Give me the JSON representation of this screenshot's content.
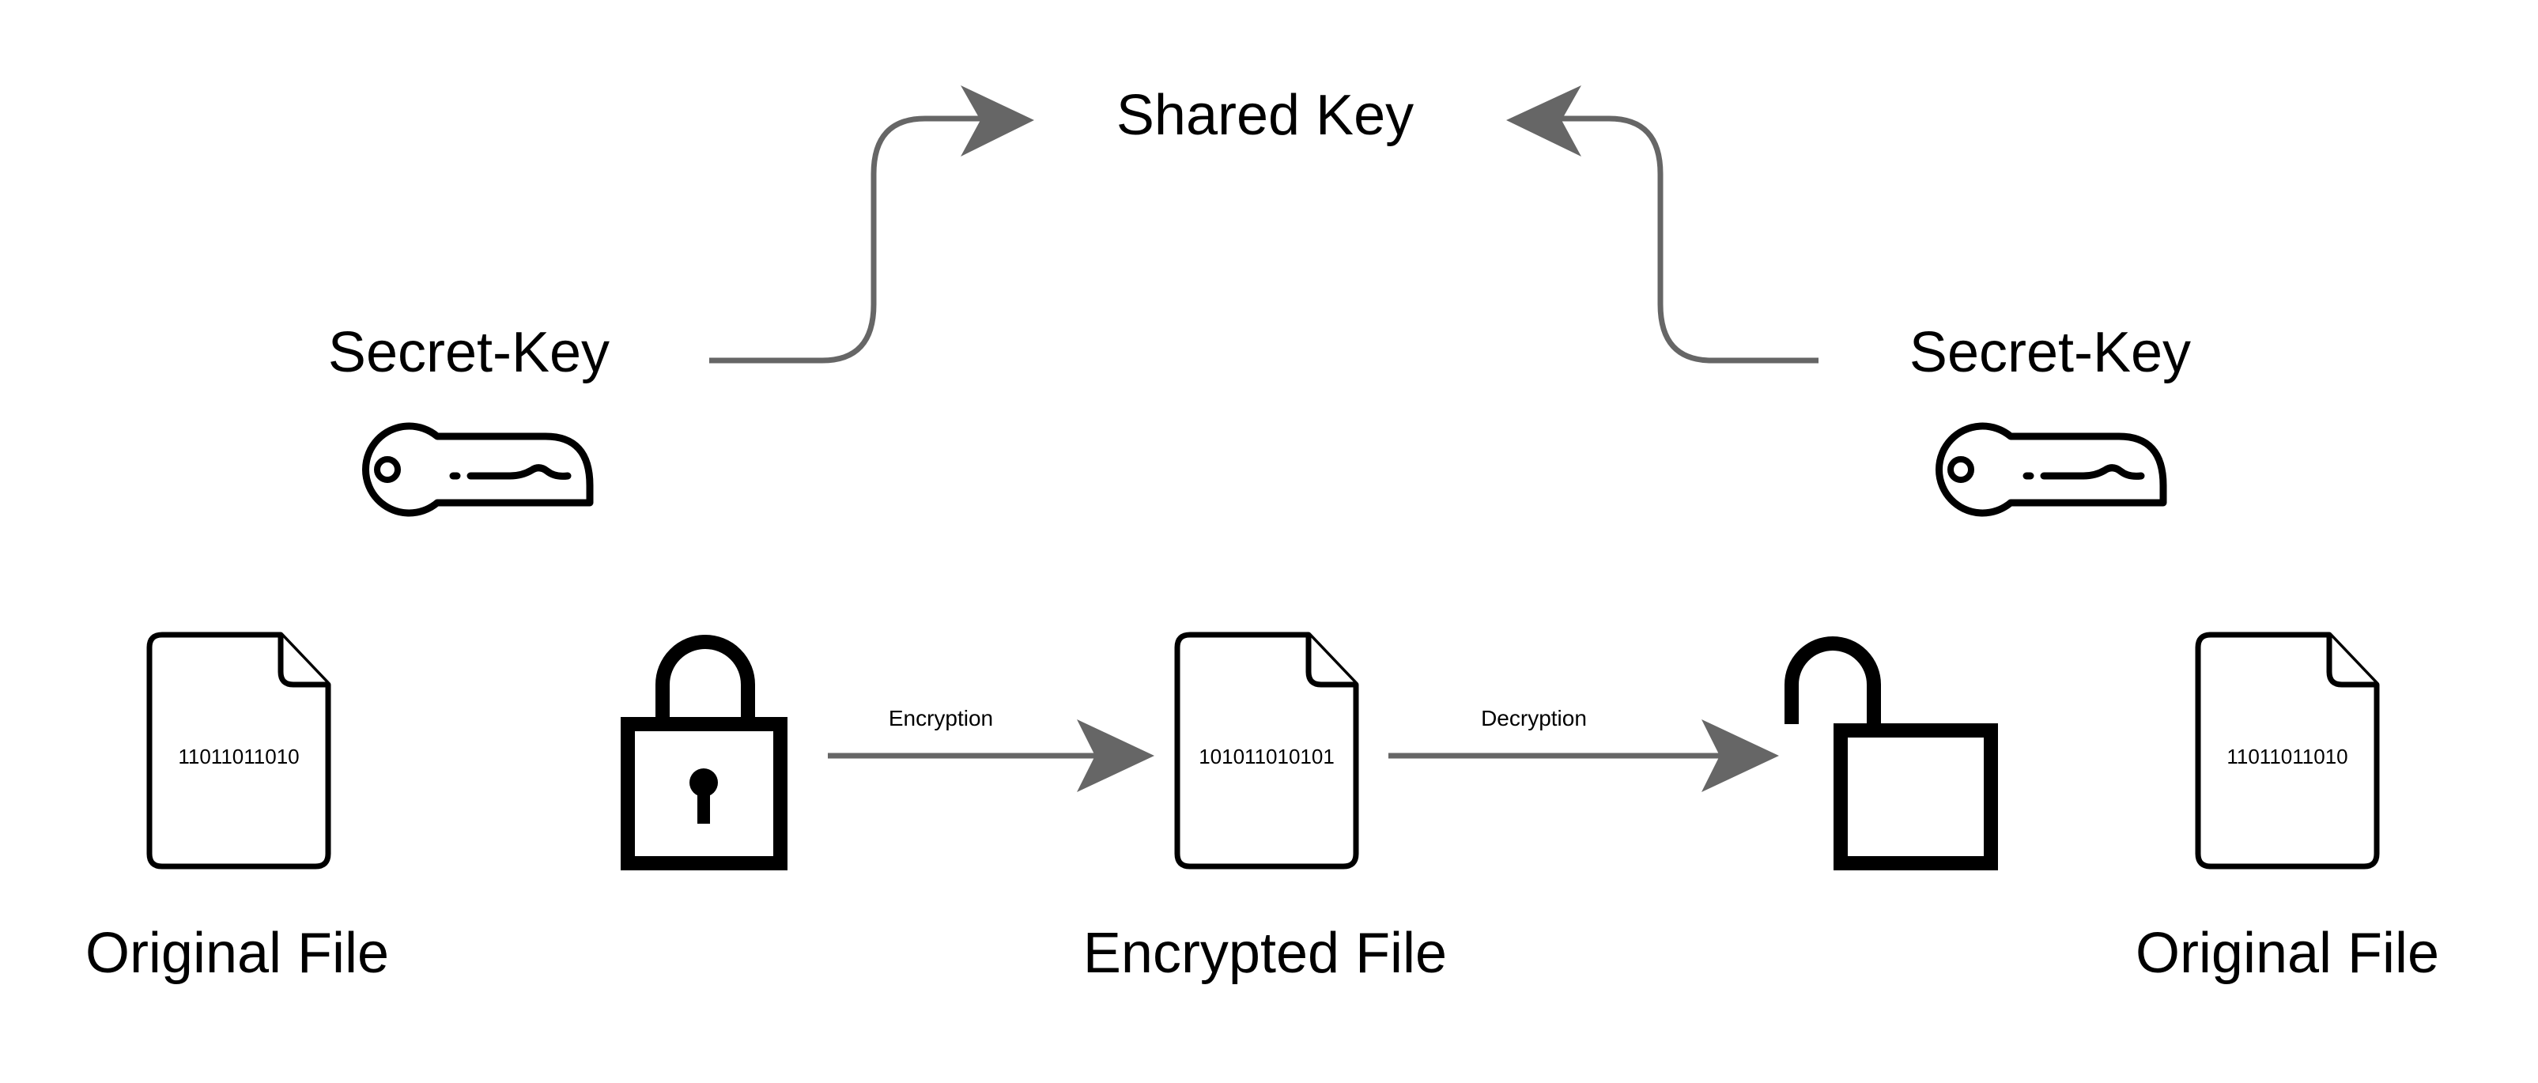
{
  "labels": {
    "shared_key": "Shared Key",
    "secret_key_left": "Secret-Key",
    "secret_key_right": "Secret-Key",
    "original_file_left": "Original File",
    "encrypted_file": "Encrypted File",
    "original_file_right": "Original File",
    "encryption": "Encryption",
    "decryption": "Decryption"
  },
  "files": {
    "original_left_bits": "11011011010",
    "encrypted_bits": "101011010101",
    "original_right_bits": "11011011010"
  },
  "colors": {
    "connector": "#666666",
    "icon": "#000000",
    "background": "#ffffff"
  },
  "icons": [
    "key-icon",
    "locked-padlock-icon",
    "unlocked-padlock-icon",
    "document-icon"
  ]
}
